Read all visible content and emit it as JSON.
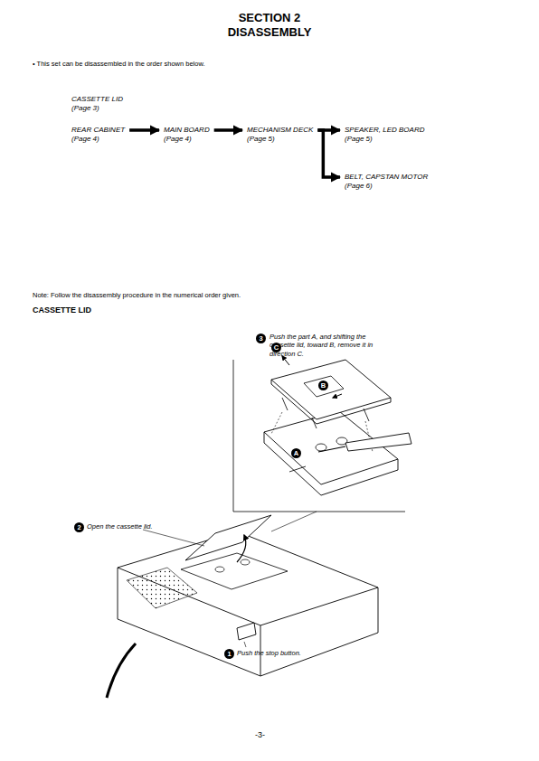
{
  "diagram": {
    "title": "SECTION 2",
    "nodes": [
      {
        "text": [
          "CASSETTE LID",
          "(Page 3)"
        ]
      },
      {
        "text": [
          "REAR CABINET",
          "(Page 4)"
        ]
      },
      {
        "text": [
          "MAIN BOARD",
          "(Page 4)"
        ]
      },
      {
        "text": [
          "MECHANISM DECK",
          "(Page 5)"
        ]
      },
      {
        "text": [
          "SPEAKER, LED BOARD",
          "(Page 5)"
        ]
      },
      {
        "text": [
          "BELT, CAPSTAN MOTOR",
          "(Page 6)"
        ]
      }
    ],
    "edges": [
      {
        "from": 1,
        "to": 2,
        "arrow": "to"
      },
      {
        "from": 2,
        "to": 3,
        "arrow": "to"
      },
      {
        "from": 3,
        "to": 4,
        "arrow": "to"
      },
      {
        "from": 3,
        "to": 5,
        "arrow": "to"
      }
    ],
    "labels": [
      "DISASSEMBLY",
      "• This set can be disassembled in the order shown below.",
      "Note: Follow the disassembly procedure in the numerical order given.",
      "CASSETTE LID",
      "3",
      "Push the part A, and shifting the cassette lid, toward B, remove it in direction C.",
      "C",
      "B",
      "A",
      "2",
      "Open the cassette lid.",
      "1",
      "Push the stop button.",
      "-3-"
    ]
  }
}
